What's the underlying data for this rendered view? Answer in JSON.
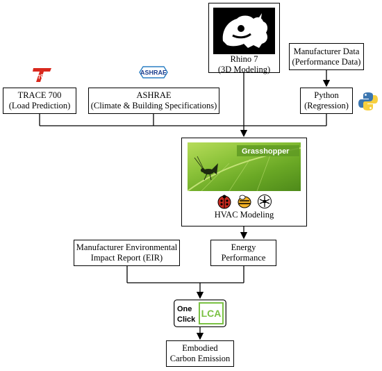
{
  "nodes": {
    "rhino": {
      "line1": "Rhino 7",
      "line2": "(3D Modeling)"
    },
    "trace": {
      "line1": "TRACE 700",
      "line2": "(Load Prediction)"
    },
    "ashrae": {
      "line1": "ASHRAE",
      "line2": "(Climate & Building Specifications)"
    },
    "manufacturer": {
      "line1": "Manufacturer Data",
      "line2": "(Performance Data)"
    },
    "python": {
      "line1": "Python",
      "line2": "(Regression)"
    },
    "hvac": {
      "label": "HVAC Modeling"
    },
    "eir": {
      "line1": "Manufacturer Environmental",
      "line2": "Impact Report (EIR)"
    },
    "energy": {
      "line1": "Energy",
      "line2": "Performance"
    },
    "embodied": {
      "line1": "Embodied",
      "line2": "Carbon Emission"
    }
  },
  "logos": {
    "ashrae_text": "ASHRAE",
    "grasshopper_text": "Grasshopper",
    "oneclick_line1": "One",
    "oneclick_line2": "Click",
    "oneclick_lca": "LCA"
  },
  "icons": [
    "trace-700-logo",
    "ashrae-logo",
    "rhino-logo",
    "python-logo",
    "grasshopper-image",
    "ladybug-icon",
    "honeybee-icon",
    "dragonfly-icon",
    "one-click-lca-logo"
  ]
}
